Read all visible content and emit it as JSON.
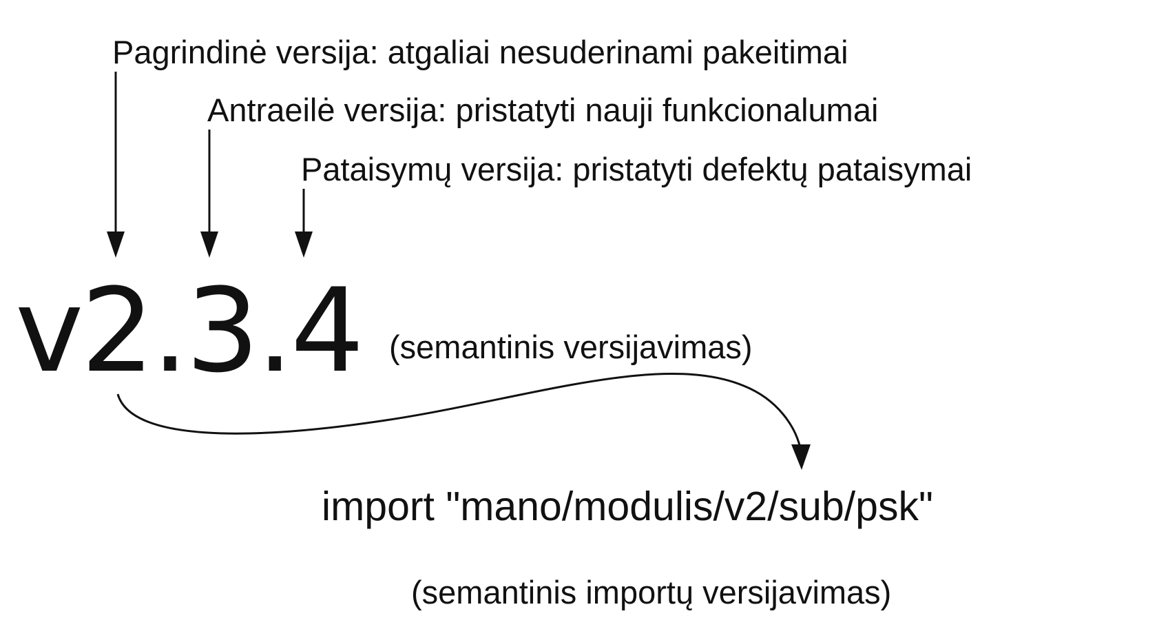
{
  "labels": {
    "major": "Pagrindinė versija: atgaliai nesuderinami pakeitimai",
    "minor": "Antraeilė versija: pristatyti nauji funkcionalumai",
    "patch": "Pataisymų versija: pristatyti defektų pataisymai"
  },
  "version": "v2.3.4",
  "semantic_versioning_caption": "(semantinis versijavimas)",
  "import_statement": "import  \"mano/modulis/v2/sub/psk\"",
  "semantic_import_caption": "(semantinis importų versijavimas)",
  "colors": {
    "text": "#111111",
    "arrow": "#111111",
    "background": "#ffffff"
  }
}
